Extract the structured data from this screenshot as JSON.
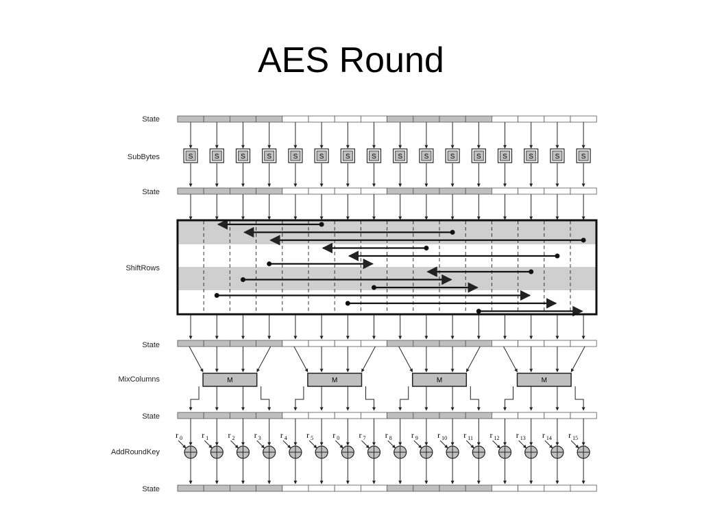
{
  "title": "AES Round",
  "colors": {
    "shaded": "#bfbfbf",
    "line": "#222222",
    "band": "#cfcfcf"
  },
  "rows": {
    "state": "State",
    "subbytes": "SubBytes",
    "shiftrows": "ShiftRows",
    "mixcolumns": "MixColumns",
    "addroundkey": "AddRoundKey"
  },
  "sbox_label": "S",
  "mix_label": "M",
  "state_shading": [
    1,
    1,
    1,
    1,
    0,
    0,
    0,
    0,
    1,
    1,
    1,
    1,
    0,
    0,
    0,
    0
  ],
  "round_keys": [
    {
      "base": "r",
      "sub": "0"
    },
    {
      "base": "r",
      "sub": "1"
    },
    {
      "base": "r",
      "sub": "2"
    },
    {
      "base": "r",
      "sub": "3"
    },
    {
      "base": "r",
      "sub": "4"
    },
    {
      "base": "r",
      "sub": "5"
    },
    {
      "base": "r",
      "sub": "0"
    },
    {
      "base": "r",
      "sub": "7"
    },
    {
      "base": "r",
      "sub": "8"
    },
    {
      "base": "r",
      "sub": "9"
    },
    {
      "base": "r",
      "sub": "10"
    },
    {
      "base": "r",
      "sub": "11"
    },
    {
      "base": "r",
      "sub": "12"
    },
    {
      "base": "r",
      "sub": "13"
    },
    {
      "base": "r",
      "sub": "14"
    },
    {
      "base": "r",
      "sub": "15"
    }
  ],
  "shift_rows": [
    {
      "from": 5,
      "to": 1
    },
    {
      "from": 10,
      "to": 2
    },
    {
      "from": 15,
      "to": 3
    },
    {
      "from": 9,
      "to": 5
    },
    {
      "from": 14,
      "to": 6
    },
    {
      "from": 3,
      "to": 7
    },
    {
      "from": 13,
      "to": 9
    },
    {
      "from": 2,
      "to": 10
    },
    {
      "from": 7,
      "to": 11
    },
    {
      "from": 1,
      "to": 13
    },
    {
      "from": 6,
      "to": 14
    },
    {
      "from": 11,
      "to": 15
    }
  ]
}
